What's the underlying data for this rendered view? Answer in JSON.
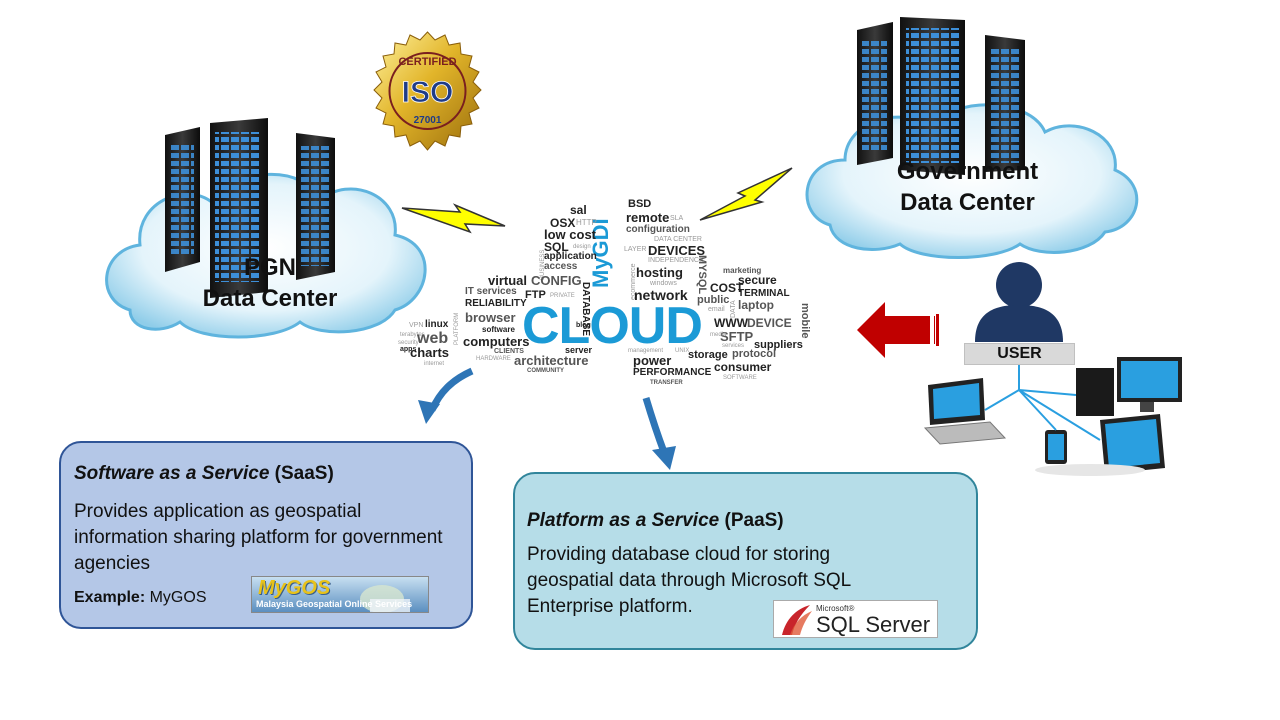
{
  "pgn": {
    "line1": "PGN",
    "line2": "Data Center"
  },
  "government": {
    "line1": "Government",
    "line2": "Data Center"
  },
  "iso_seal": {
    "top": "CERTIFIED",
    "middle": "ISO",
    "bottom": "27001"
  },
  "word_cloud": {
    "main": "CLOUD",
    "brand": "MyGDI",
    "words": [
      "sal",
      "BSD",
      "remote",
      "SLA",
      "OSX",
      "HTTP",
      "configuration",
      "low cost",
      "SQL",
      "design",
      "DATA CENTER",
      "application",
      "LAYER",
      "DEVICES",
      "access",
      "INDEPENDENCE",
      "BUSINESS",
      "hosting",
      "virtual",
      "CONFIG",
      "MYSQL",
      "marketing",
      "secure",
      "IT services",
      "ecommerce",
      "windows",
      "COST",
      "FTP",
      "PRIVATE",
      "DATABASE",
      "network",
      "TERMINAL",
      "RELIABILITY",
      "public",
      "laptop",
      "browser",
      "email",
      "DATA",
      "WWW",
      "DEVICE",
      "VPN",
      "linux",
      "software",
      "PLATFORM",
      "blog",
      "SFTP",
      "mobile",
      "terabytes",
      "web",
      "computers",
      "media",
      "services",
      "suppliers",
      "security",
      "apps",
      "CLIENTS",
      "management",
      "UNIX",
      "protocol",
      "charts",
      "HARDWARE",
      "server",
      "power",
      "storage",
      "consumer",
      "internet",
      "architecture",
      "COMMUNITY",
      "PERFORMANCE",
      "SOFTWARE",
      "TRANSFER"
    ]
  },
  "saas": {
    "title_italic": "Software as a Service",
    "title_abbr": "(SaaS)",
    "description": "Provides application as geospatial information sharing platform for government agencies",
    "example_label": "Example:",
    "example_value": "MyGOS"
  },
  "paas": {
    "title_italic": "Platform as a Service",
    "title_abbr": "(PaaS)",
    "description": "Providing database cloud for storing geospatial data through Microsoft SQL Enterprise platform."
  },
  "mygos_logo": {
    "name": "MyGOS",
    "tagline": "Malaysia Geospatial Online Services"
  },
  "sql_logo": {
    "vendor": "Microsoft®",
    "product": "SQL Server"
  },
  "user": {
    "label": "USER"
  },
  "colors": {
    "saas_fill": "#b4c7e7",
    "paas_fill": "#b6dde8",
    "arrow_blue": "#2e75b6",
    "arrow_red": "#c00000",
    "cloud_blue": "#9dd4ee",
    "lightning": "#ffff00",
    "user_navy": "#1f3864"
  },
  "icons": [
    "server-rack-icon",
    "iso-seal-icon",
    "lightning-icon",
    "curved-arrow-icon",
    "left-arrow-icon",
    "user-icon",
    "computer-devices-icon"
  ]
}
